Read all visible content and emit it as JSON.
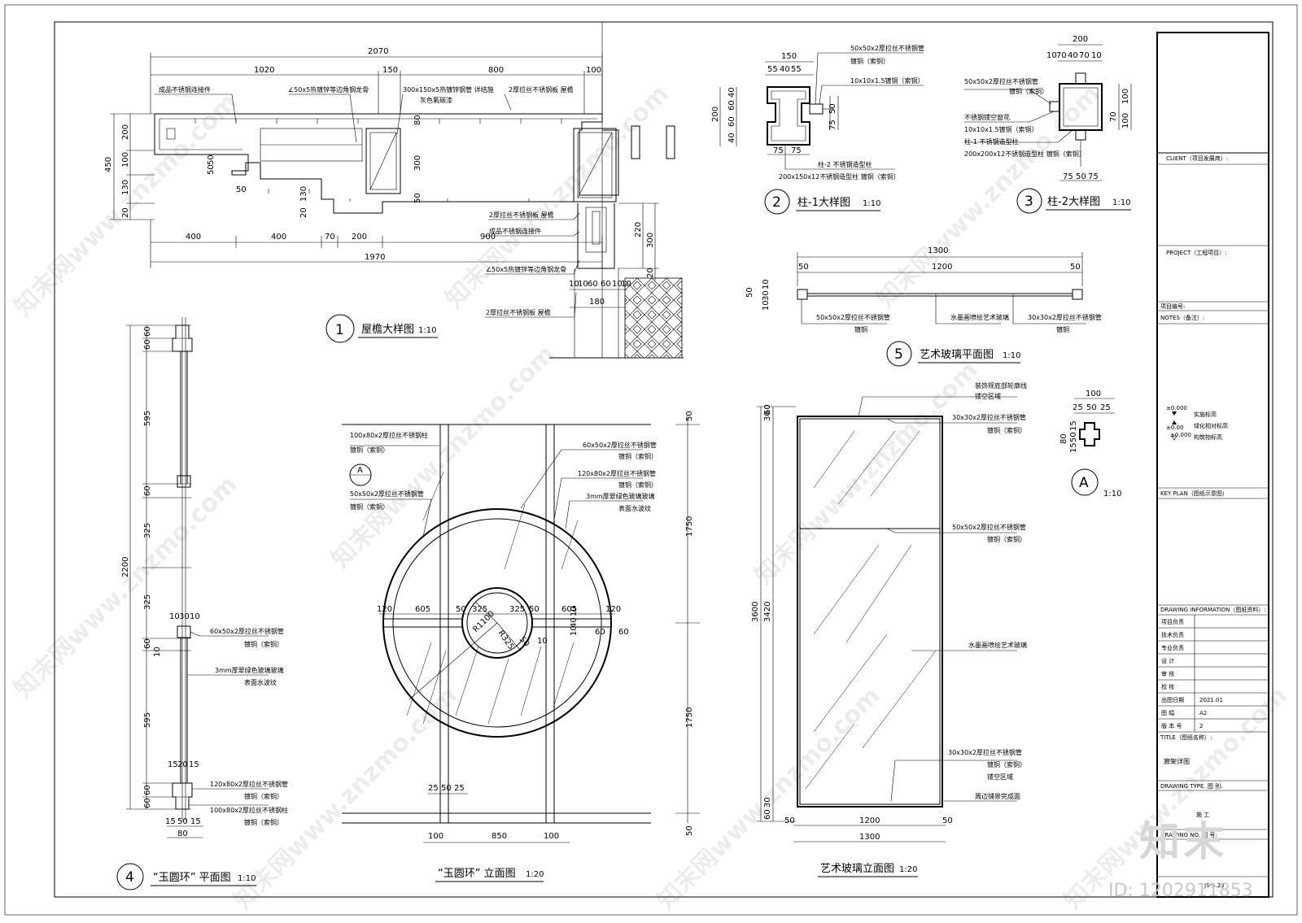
{
  "drawings": {
    "eave": {
      "dims_top": [
        "2070",
        "1020",
        "150",
        "800",
        "100"
      ],
      "dims_left": [
        "450",
        "200",
        "100",
        "130",
        "20",
        "50",
        "50",
        "130",
        "20"
      ],
      "dims_bottom": [
        "400",
        "400",
        "70",
        "200",
        "900",
        "1970"
      ],
      "dims_inner": [
        "80",
        "300",
        "50",
        "50"
      ],
      "dims_right": [
        "220",
        "300",
        "20"
      ],
      "dims_small": [
        "10",
        "10",
        "60",
        "60",
        "10",
        "10",
        "180"
      ],
      "labels": [
        "成品不锈钢连接件",
        "∠50x5热镀锌等边角钢龙骨",
        "300x150x5热镀锌钢管  详结施",
        "灰色氟碳漆",
        "2厚拉丝不锈钢板  屋檐",
        "2厚拉丝不锈钢板  屋檐",
        "成品不锈钢连接件",
        "∠50x5热镀锌等边角钢龙骨",
        "2厚拉丝不锈钢板  屋檐"
      ],
      "num": "1",
      "title": "屋檐大样图",
      "scale": "1:10"
    },
    "col1": {
      "dims": [
        "150",
        "55",
        "40",
        "55",
        "200",
        "40",
        "60",
        "60",
        "40",
        "75",
        "50",
        "75",
        "75",
        "75"
      ],
      "labels": [
        "50x50x2厚拉丝不锈钢管",
        "镀铜（索铜）",
        "10x10x1.5镀铜（索铜）",
        "柱-2  不锈钢造型柱",
        "200x150x12不锈钢造型柱  镀铜（索铜）"
      ],
      "num": "2",
      "title": "柱-1大样图",
      "scale": "1:10"
    },
    "col2": {
      "dims": [
        "200",
        "10",
        "70",
        "40",
        "70",
        "10",
        "70",
        "100",
        "100",
        "75",
        "50",
        "75"
      ],
      "labels": [
        "50x50x2厚拉丝不锈钢管",
        "镀铜（索铜）",
        "不锈钢镂空窗花",
        "10x10x1.5镀铜（索铜）",
        "柱-1  不锈钢造型柱",
        "200x200x12不锈钢造型柱  镀铜（索铜）"
      ],
      "num": "3",
      "title": "柱-2大样图",
      "scale": "1:10"
    },
    "glass_plan": {
      "dims": [
        "1300",
        "50",
        "1200",
        "50",
        "50",
        "10",
        "30",
        "10"
      ],
      "labels": [
        "50x50x2厚拉丝不锈钢管",
        "镀铜",
        "水墨画喷绘艺术玻璃",
        "30x30x2厚拉丝不锈钢管",
        "镀铜"
      ],
      "num": "5",
      "title": "艺术玻璃平面图",
      "scale": "1:10"
    },
    "detail_a": {
      "dims": [
        "100",
        "25",
        "50",
        "25",
        "80",
        "15",
        "50",
        "15"
      ],
      "num": "A",
      "scale": "1:10"
    },
    "ring_plan": {
      "dims": [
        "60",
        "60",
        "595",
        "60",
        "325",
        "2200",
        "325",
        "60",
        "10",
        "595",
        "60",
        "60",
        "10",
        "30",
        "10",
        "15",
        "20",
        "15",
        "15",
        "50",
        "15",
        "80"
      ],
      "labels": [
        "60x50x2厚拉丝不锈钢管",
        "镀铜（索铜）",
        "3mm厚翠绿色玻璃玻璃",
        "表面水波纹",
        "120x80x2厚拉丝不锈钢管",
        "镀铜（索铜）",
        "100x80x2厚拉丝不锈钢柱",
        "镀铜（索铜）"
      ],
      "num": "4",
      "title": "“玉圆环” 平面图",
      "scale": "1:10"
    },
    "ring_elev": {
      "dims": [
        "120",
        "605",
        "50",
        "325",
        "325",
        "50",
        "605",
        "120",
        "10",
        "40",
        "10",
        "60",
        "60",
        "1750",
        "1750",
        "50",
        "50",
        "25",
        "50",
        "25",
        "100",
        "850",
        "100",
        "10"
      ],
      "radius_labels": [
        "R1100",
        "R325",
        "50"
      ],
      "labels": [
        "100x80x2厚拉丝不锈钢柱",
        "镀铜（索铜）",
        "60x50x2厚拉丝不锈钢管",
        "镀铜（索铜）",
        "120x80x2厚拉丝不锈钢管",
        "镀铜（索铜）",
        "3mm厚翠绿色玻璃玻璃",
        "表面水波纹",
        "50x50x2厚拉丝不锈钢管",
        "镀铜（索铜）"
      ],
      "section_mark": "A",
      "title": "“玉圆环” 立面图",
      "scale": "1:20"
    },
    "glass_elev": {
      "dims": [
        "30",
        "60",
        "3600",
        "3420",
        "30",
        "60",
        "50",
        "1200",
        "50",
        "1300"
      ],
      "labels": [
        "装饰规底部轮廓线",
        "镂空区域",
        "30x30x2厚拉丝不锈钢管",
        "镀铜（索铜）",
        "50x50x2厚拉丝不锈钢管",
        "镀铜（索铜）",
        "水墨画喷绘艺术玻璃",
        "30x30x2厚拉丝不锈钢管",
        "镀铜（索铜）",
        "镂空区域",
        "周边铺景完成面"
      ],
      "title": "艺术玻璃立面图",
      "scale": "1:20"
    }
  },
  "titleblock": {
    "client": "CLIENT（项目发展商）:",
    "project": "PROJECT（工程项目）:",
    "project_no": "项目编号:",
    "notes": "NOTES（备注）:",
    "legend": [
      {
        "sym": "±0.000",
        "text": "实施标高"
      },
      {
        "sym": "±0.00",
        "text": "绿化相对标高"
      },
      {
        "sym": "±0.000",
        "text": "构筑物标高"
      }
    ],
    "keyplan": "KEY PLAN（图纸示意图）",
    "drawing_info": "DRAWING INFORMATION（图纸资料）:",
    "rows": [
      {
        "label": "项目负责",
        "value": ""
      },
      {
        "label": "技术负责",
        "value": ""
      },
      {
        "label": "专业负责",
        "value": ""
      },
      {
        "label": "设    计",
        "value": ""
      },
      {
        "label": "审    核",
        "value": ""
      },
      {
        "label": "校    核",
        "value": ""
      },
      {
        "label": "出图日期",
        "value": "2021.01"
      },
      {
        "label": "图    幅",
        "value": "A2"
      },
      {
        "label": "版 本 号",
        "value": "2"
      }
    ],
    "title_label": "TITLE（图纸名称）:",
    "title_value": "廊架详图",
    "drawing_type": "DRAWING  TYPE.  图  别:",
    "type_value": "施  工",
    "drawing_no": "DRAWING  NO.  图  号:",
    "no_value": "JS-5.23"
  },
  "brand": "知末",
  "id_text": "ID: 1202911853",
  "watermark": "知末网www.znzmo.com"
}
